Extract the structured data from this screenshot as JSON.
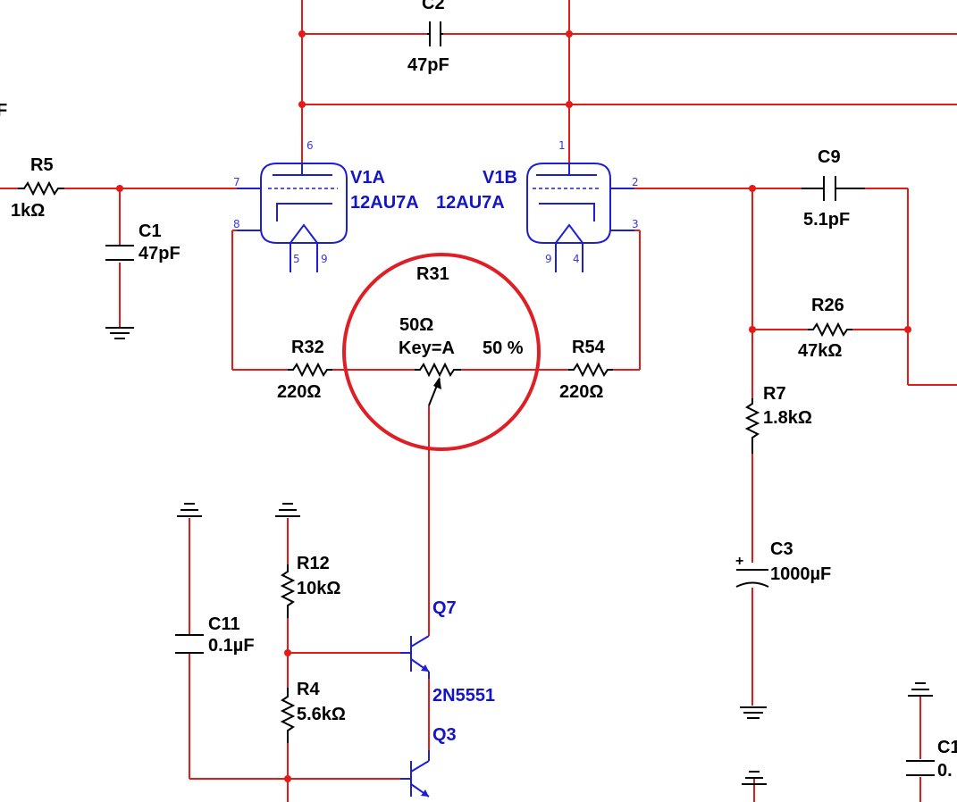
{
  "components": {
    "C2": {
      "ref": "C2",
      "value": "47pF"
    },
    "C1": {
      "ref": "C1",
      "value": "47pF"
    },
    "C9": {
      "ref": "C9",
      "value": "5.1pF"
    },
    "C3": {
      "ref": "C3",
      "value": "1000µF",
      "polarity": "+"
    },
    "C11": {
      "ref": "C11",
      "value": "0.1µF"
    },
    "C_edge": {
      "ref": "C1",
      "value": "0."
    },
    "R5": {
      "ref": "R5",
      "value": "1kΩ"
    },
    "R32": {
      "ref": "R32",
      "value": "220Ω"
    },
    "R54": {
      "ref": "R54",
      "value": "220Ω"
    },
    "R31": {
      "ref": "R31",
      "value": "50Ω",
      "key": "Key=A",
      "percent": "50 %"
    },
    "R26": {
      "ref": "R26",
      "value": "47kΩ"
    },
    "R7": {
      "ref": "R7",
      "value": "1.8kΩ"
    },
    "R12": {
      "ref": "R12",
      "value": "10kΩ"
    },
    "R4": {
      "ref": "R4",
      "value": "5.6kΩ"
    },
    "V1A": {
      "ref": "V1A",
      "model": "12AU7A",
      "pins": [
        "6",
        "7",
        "8",
        "5",
        "9"
      ]
    },
    "V1B": {
      "ref": "V1B",
      "model": "12AU7A",
      "pins": [
        "1",
        "2",
        "3",
        "9",
        "4"
      ]
    },
    "Q7": {
      "ref": "Q7",
      "model": "2N5551"
    },
    "Q3": {
      "ref": "Q3"
    }
  },
  "edge_label": "F",
  "colors": {
    "wire": "#e41b17",
    "component": "#000000",
    "tube": "#1f1fd2",
    "highlight": "#de1f26"
  }
}
